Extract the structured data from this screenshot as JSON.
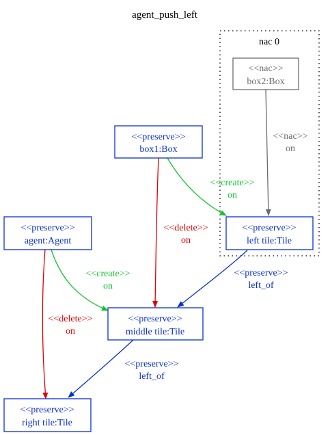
{
  "title": "agent_push_left",
  "cluster": {
    "label": "nac 0"
  },
  "nodes": {
    "box2": {
      "stereotype": "<<nac>>",
      "name": "box2:Box"
    },
    "box1": {
      "stereotype": "<<preserve>>",
      "name": "box1:Box"
    },
    "agent": {
      "stereotype": "<<preserve>>",
      "name": "agent:Agent"
    },
    "left_tile": {
      "stereotype": "<<preserve>>",
      "name": "left tile:Tile"
    },
    "middle_tile": {
      "stereotype": "<<preserve>>",
      "name": "middle tile:Tile"
    },
    "right_tile": {
      "stereotype": "<<preserve>>",
      "name": "right tile:Tile"
    }
  },
  "edges": {
    "box2_left": {
      "stereotype": "<<nac>>",
      "label": "on"
    },
    "box1_left": {
      "stereotype": "<<create>>",
      "label": "on"
    },
    "box1_middle": {
      "stereotype": "<<delete>>",
      "label": "on"
    },
    "agent_middle": {
      "stereotype": "<<create>>",
      "label": "on"
    },
    "agent_right": {
      "stereotype": "<<delete>>",
      "label": "on"
    },
    "left_middle": {
      "stereotype": "<<preserve>>",
      "label": "left_of"
    },
    "middle_right": {
      "stereotype": "<<preserve>>",
      "label": "left_of"
    }
  },
  "colors": {
    "preserve": "#0a2fcf",
    "delete": "#e00000",
    "create": "#11c42b",
    "nac": "#6c6c6c"
  }
}
